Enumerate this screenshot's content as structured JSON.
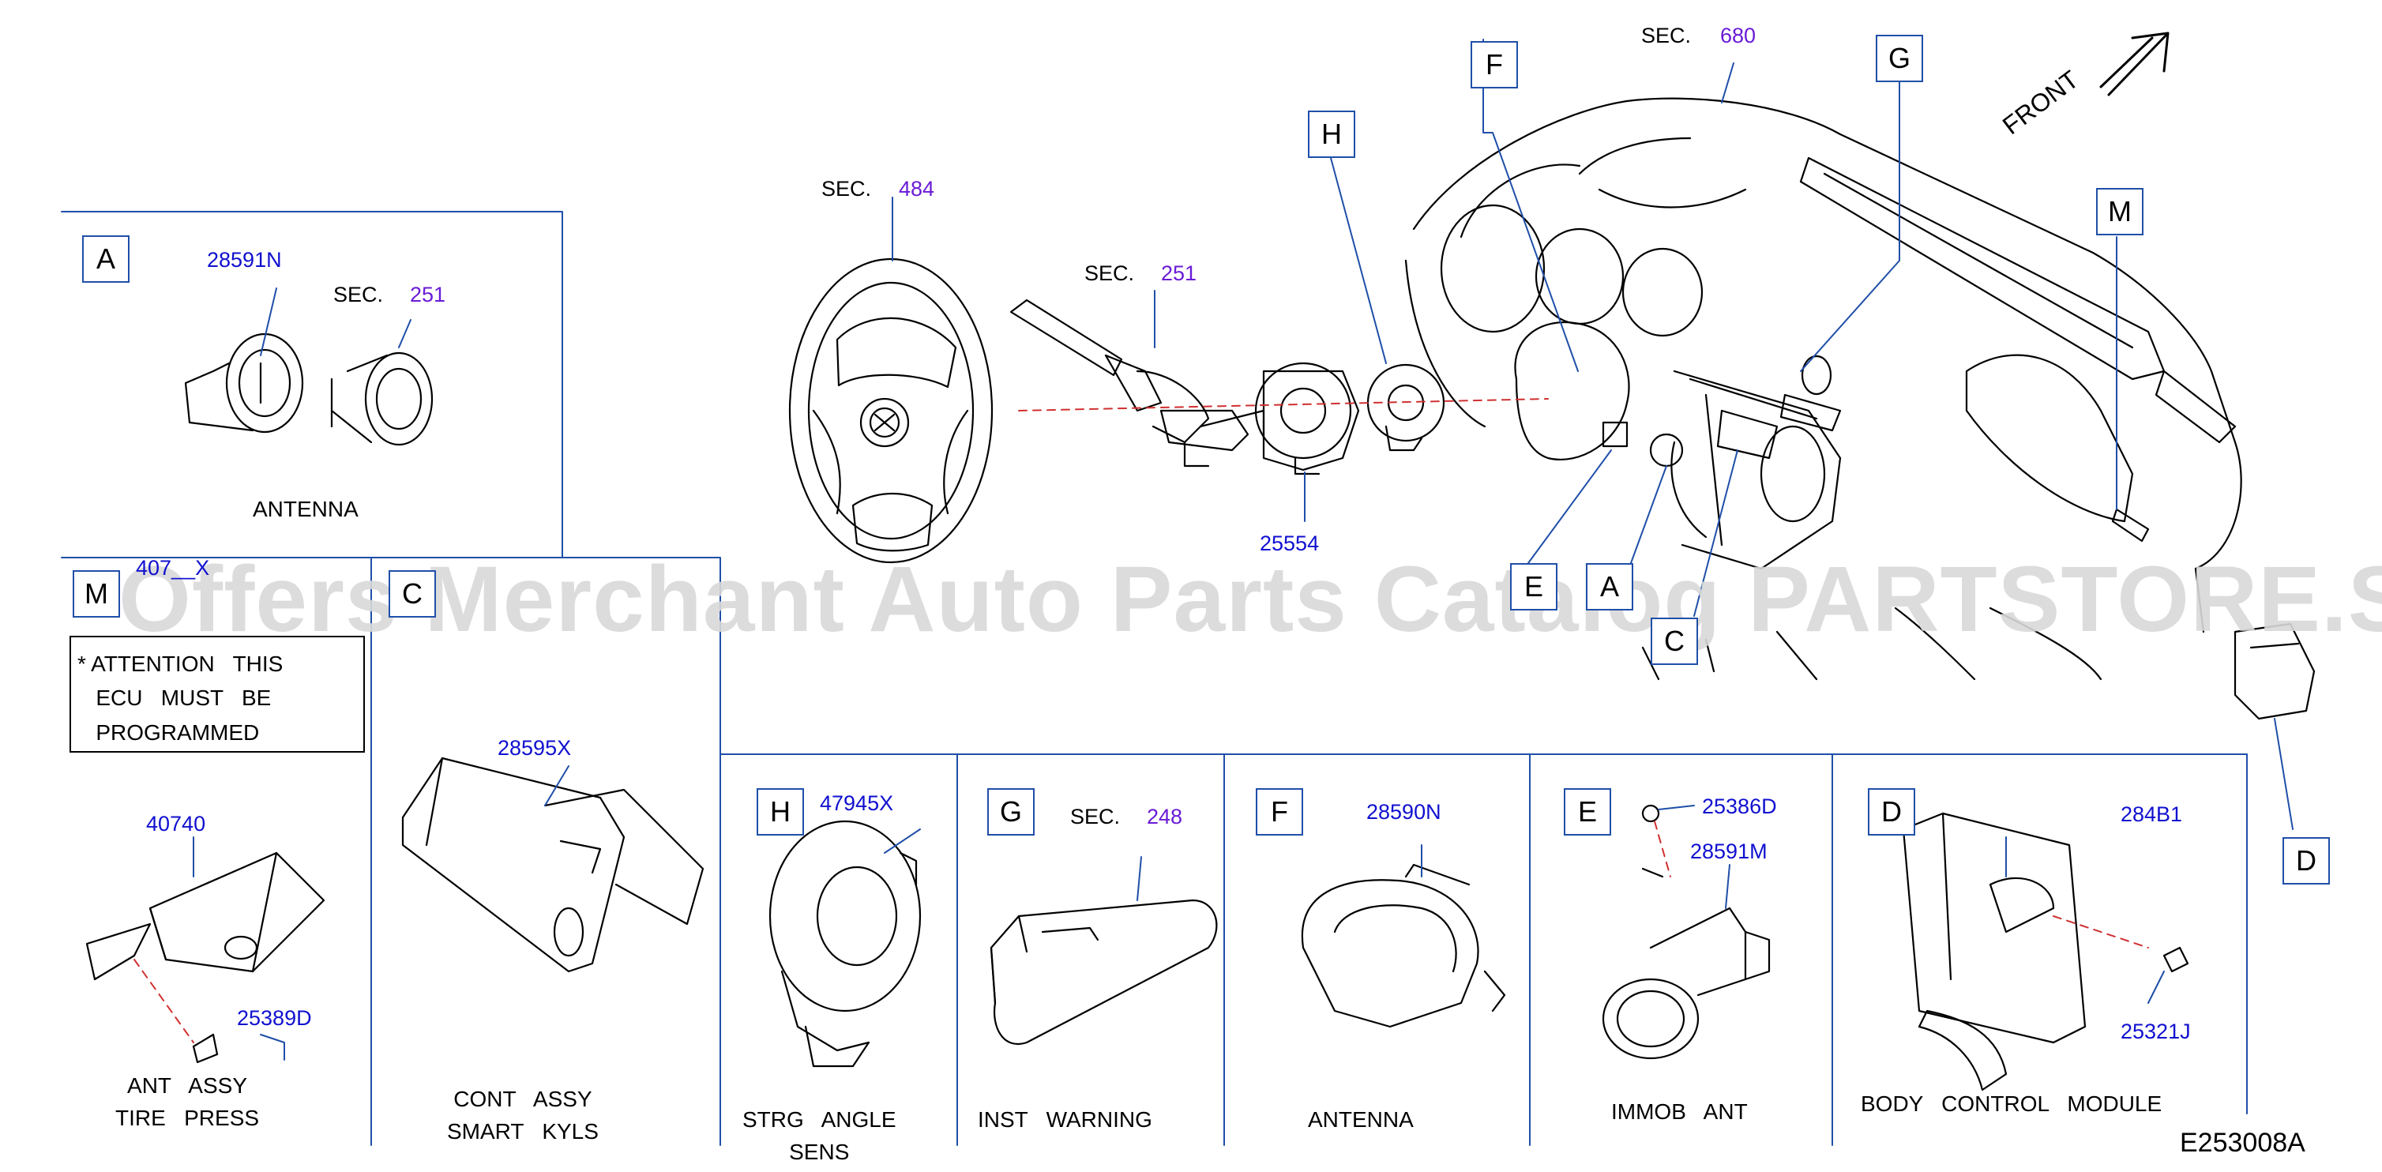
{
  "labels": {
    "sec_484": {
      "prefix": "SEC.",
      "num": "484"
    },
    "sec_251_main": {
      "prefix": "SEC.",
      "num": "251"
    },
    "sec_680": {
      "prefix": "SEC.",
      "num": "680"
    },
    "sec_251_a": {
      "prefix": "SEC.",
      "num": "251"
    },
    "sec_248": {
      "prefix": "SEC.",
      "num": "248"
    },
    "front": "FRONT",
    "drawing_code": "E253008A",
    "watermark": "Offers Merchant Auto Parts Catalog PARTSTORE.SA"
  },
  "part_numbers": {
    "p25554": "25554",
    "p28591N": "28591N",
    "p40740": "40740",
    "p25389D": "25389D",
    "p28595X": "28595X",
    "p47945X": "47945X",
    "p28590N": "28590N",
    "p25386D": "25386D",
    "p28591M": "28591M",
    "p284B1": "284B1",
    "p25321J": "25321J",
    "m_partial": "407__X"
  },
  "callouts": {
    "A": "A",
    "C": "C",
    "D": "D",
    "E": "E",
    "F": "F",
    "G": "G",
    "H": "H",
    "M": "M"
  },
  "panel_titles": {
    "A": "A",
    "M": "M",
    "C": "C",
    "H": "H",
    "G": "G",
    "F": "F",
    "E": "E",
    "D": "D"
  },
  "descriptions": {
    "A": "ANTENNA",
    "M": "ANT   ASSY\nTIRE   PRESS",
    "C": "CONT   ASSY\nSMART   KYLS",
    "H": "STRG   ANGLE\nSENS",
    "G": "INST   WARNING",
    "F": "ANTENNA",
    "E": "IMMOB   ANT",
    "D": "BODY   CONTROL   MODULE"
  },
  "attention_note": "* ATTENTION   THIS\n   ECU   MUST   BE\n   PROGRAMMED"
}
